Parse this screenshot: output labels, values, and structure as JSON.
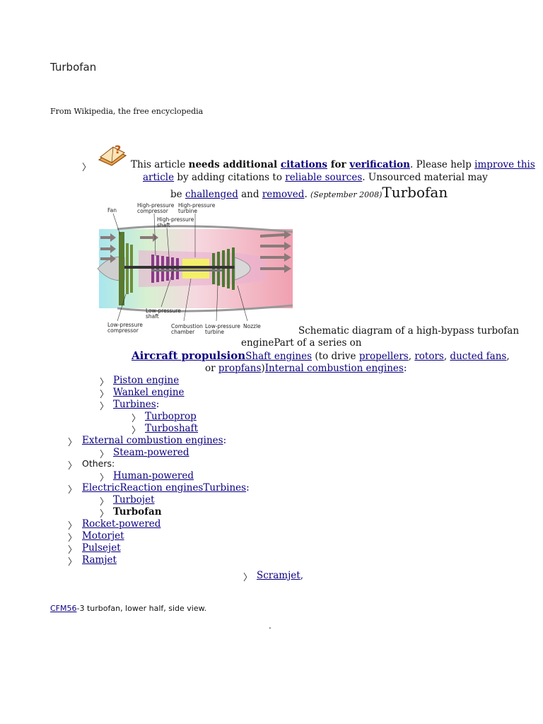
{
  "page": {
    "title": "Turbofan",
    "from": "From Wikipedia, the free encyclopedia"
  },
  "notice": {
    "icon": "book-question-icon",
    "t1": "This article ",
    "t2": "needs additional ",
    "citations": "citations",
    "t3": " for ",
    "verification": "verification",
    "t4": ". Please help ",
    "improve1": "improve this ",
    "improve2": "article",
    "t5": " by adding citations to ",
    "reliable": "reliable sources",
    "t6": ". Unsourced material may",
    "t7": "be ",
    "challenged": "challenged",
    "t8": " and ",
    "removed": "removed",
    "t9": ". ",
    "date": "(September 2008)"
  },
  "infobox": {
    "title": "Turbofan",
    "labels": {
      "fan": "Fan",
      "hpc1": "High-pressure",
      "hpc2": "compressor",
      "hpt1": "High-pressure",
      "hpt2": "turbine",
      "hps1": "High-pressure",
      "hps2": "shaft",
      "lps1": "Low-pressure",
      "lps2": "shaft",
      "lpc1": "Low-pressure",
      "lpc2": "compressor",
      "cc1": "Combustion",
      "cc2": "chamber",
      "lpt1": "Low-pressure",
      "lpt2": "turbine",
      "nozzle": "Nozzle"
    },
    "caption1": "Schematic diagram of a high-bypass turbofan",
    "caption2": "enginePart of a series on"
  },
  "series": {
    "title": "Aircraft propulsion",
    "shaft": "Shaft engines",
    "to_drive": " (to drive ",
    "propellers": "propellers",
    "c1": ", ",
    "rotors": "rotors",
    "c2": ", ",
    "ducted": "ducted fans",
    "c3": ",",
    "or": "or ",
    "propfans": "propfans",
    "paren": ")",
    "internal": "Internal combustion engines",
    "colon": ":"
  },
  "list": {
    "piston": "Piston engine",
    "wankel": "Wankel engine",
    "turbines": "Turbines",
    "turbines_colon": ":",
    "turboprop": "Turboprop",
    "turboshaft": "Turboshaft",
    "external": "External combustion engines",
    "external_colon": ":",
    "steam": "Steam-powered",
    "others": "Others:",
    "human": "Human-powered",
    "electric": "Electric",
    "reaction": "Reaction engines",
    "turbines2": "Turbines",
    "turbines2_colon": ":",
    "turbojet": "Turbojet",
    "turbofan": "Turbofan",
    "rocket": "Rocket-powered",
    "motorjet": "Motorjet",
    "pulsejet": "Pulsejet",
    "ramjet": "Ramjet",
    "scramjet": "Scramjet",
    "scramjet_comma": ","
  },
  "bottom": {
    "cfm": "CFM56",
    "caption": "-3 turbofan, lower half, side view.",
    "dot": "."
  }
}
